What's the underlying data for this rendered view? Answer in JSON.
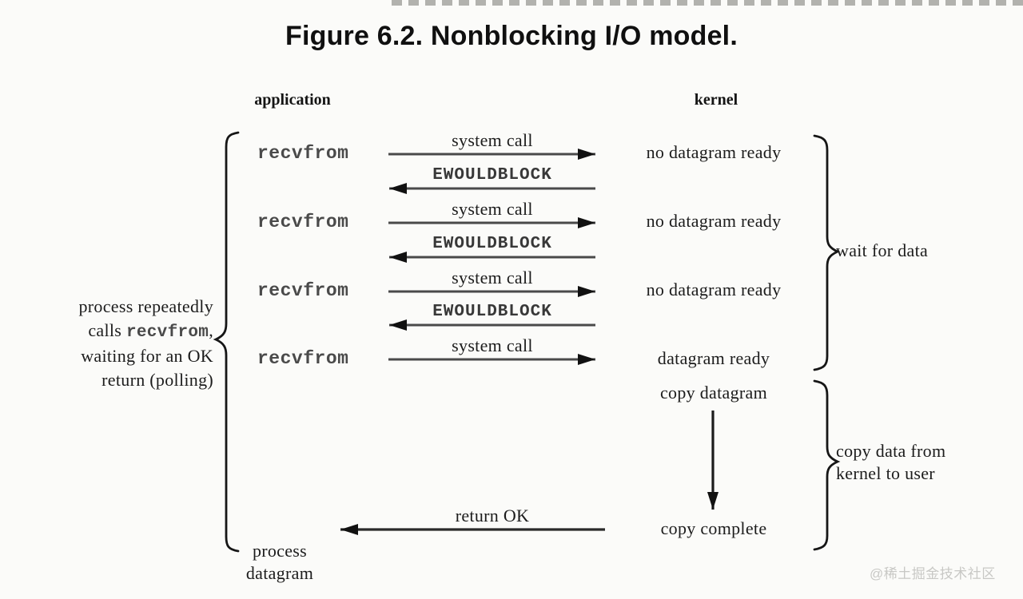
{
  "title": "Figure 6.2. Nonblocking I/O model.",
  "headers": {
    "application": "application",
    "kernel": "kernel"
  },
  "left_note": {
    "line1": "process repeatedly",
    "line2_pre": "calls ",
    "line2_code": "recvfrom",
    "line2_post": ",",
    "line3": "waiting for an OK",
    "line4": "return (polling)"
  },
  "application_side": {
    "recvfrom": "recvfrom",
    "process_line1": "process",
    "process_line2": "datagram"
  },
  "messages": {
    "system_call": "system call",
    "ewouldblock": "EWOULDBLOCK",
    "return_ok": "return OK"
  },
  "kernel_side": {
    "no_datagram_ready": "no datagram ready",
    "datagram_ready": "datagram ready",
    "copy_datagram": "copy datagram",
    "copy_complete": "copy complete"
  },
  "brace_notes": {
    "wait_for_data": "wait for data",
    "copy_line1": "copy data from",
    "copy_line2": "kernel to user"
  },
  "colors": {
    "arrow_line": "#4a4a4a",
    "arrow_head": "#111111",
    "brace": "#161616",
    "watermark": "#c8c8c5"
  },
  "watermark": "@稀土掘金技术社区"
}
